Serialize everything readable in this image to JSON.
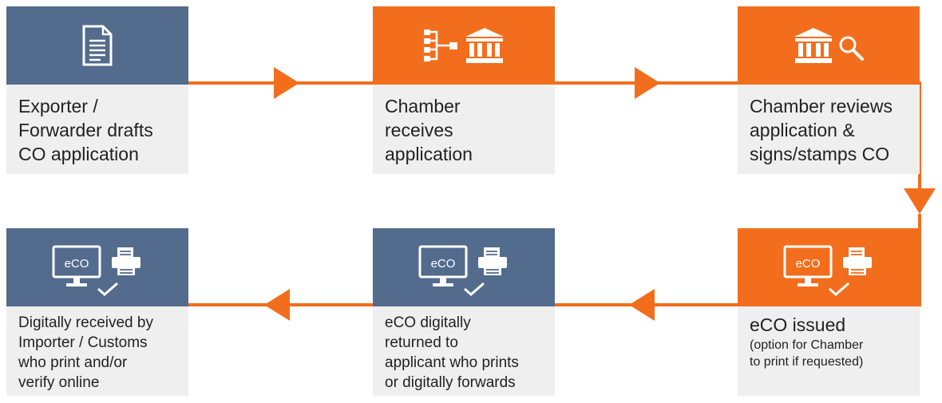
{
  "colors": {
    "blue": "#536b8c",
    "orange": "#f26e1d",
    "panel": "#efefef",
    "text": "#222222"
  },
  "steps": [
    {
      "header_color": "blue",
      "icons": [
        "document-icon"
      ],
      "lines": [
        "Exporter /",
        "Forwarder drafts",
        "CO application"
      ]
    },
    {
      "header_color": "orange",
      "icons": [
        "flowchart-icon",
        "institution-icon"
      ],
      "lines": [
        "Chamber",
        "receives",
        "application"
      ]
    },
    {
      "header_color": "orange",
      "icons": [
        "institution-icon",
        "magnifier-icon"
      ],
      "lines": [
        "Chamber reviews",
        "application &",
        "signs/stamps CO"
      ]
    },
    {
      "header_color": "orange",
      "icons": [
        "monitor-icon",
        "printer-icon",
        "checkmark-icon"
      ],
      "screen_text": "eCO",
      "lines": [
        "eCO issued"
      ],
      "note": [
        "(option for Chamber",
        "to print if requested)"
      ]
    },
    {
      "header_color": "blue",
      "icons": [
        "monitor-icon",
        "printer-icon",
        "checkmark-icon"
      ],
      "screen_text": "eCO",
      "lines": [
        "eCO digitally",
        "returned to",
        "applicant who prints",
        "or digitally forwards"
      ]
    },
    {
      "header_color": "blue",
      "icons": [
        "monitor-icon",
        "printer-icon",
        "checkmark-icon"
      ],
      "screen_text": "eCO",
      "lines": [
        "Digitally received by",
        "Importer / Customs",
        "who print and/or",
        "verify online"
      ]
    }
  ]
}
